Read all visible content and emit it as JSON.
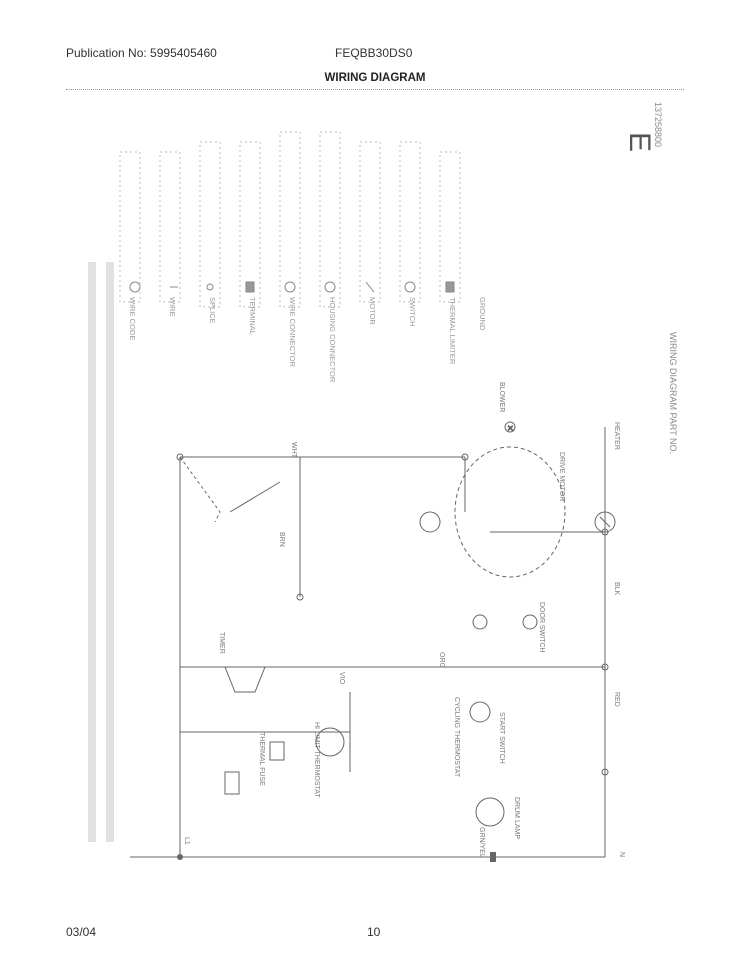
{
  "header": {
    "publication": "Publication No: 5995405460",
    "model": "FEQBB30DS0",
    "title": "WIRING DIAGRAM"
  },
  "diagram": {
    "corner_mark": "E",
    "part_no_label": "WIRING DIAGRAM PART NO.",
    "part_no": "137258800",
    "notes_rotated": [
      "WIRE CODE",
      "WIRE",
      "SPLICE",
      "TERMINAL",
      "WIRE CONNECTOR",
      "HOUSING CONNECTOR",
      "MOTOR",
      "SWITCH",
      "THERMAL LIMITER",
      "GROUND"
    ],
    "component_labels": [
      "BRN",
      "WHT",
      "RED",
      "BLK",
      "ORG",
      "VIO",
      "GRN/YEL",
      "HEATER",
      "DRIVE MOTOR",
      "BLOWER",
      "DOOR SWITCH",
      "START SWITCH",
      "TIMER",
      "HI LIMIT THERMOSTAT",
      "CYCLING THERMOSTAT",
      "THERMAL FUSE",
      "DRUM LAMP",
      "L1",
      "N"
    ]
  },
  "footer": {
    "date": "03/04",
    "page": "10"
  }
}
